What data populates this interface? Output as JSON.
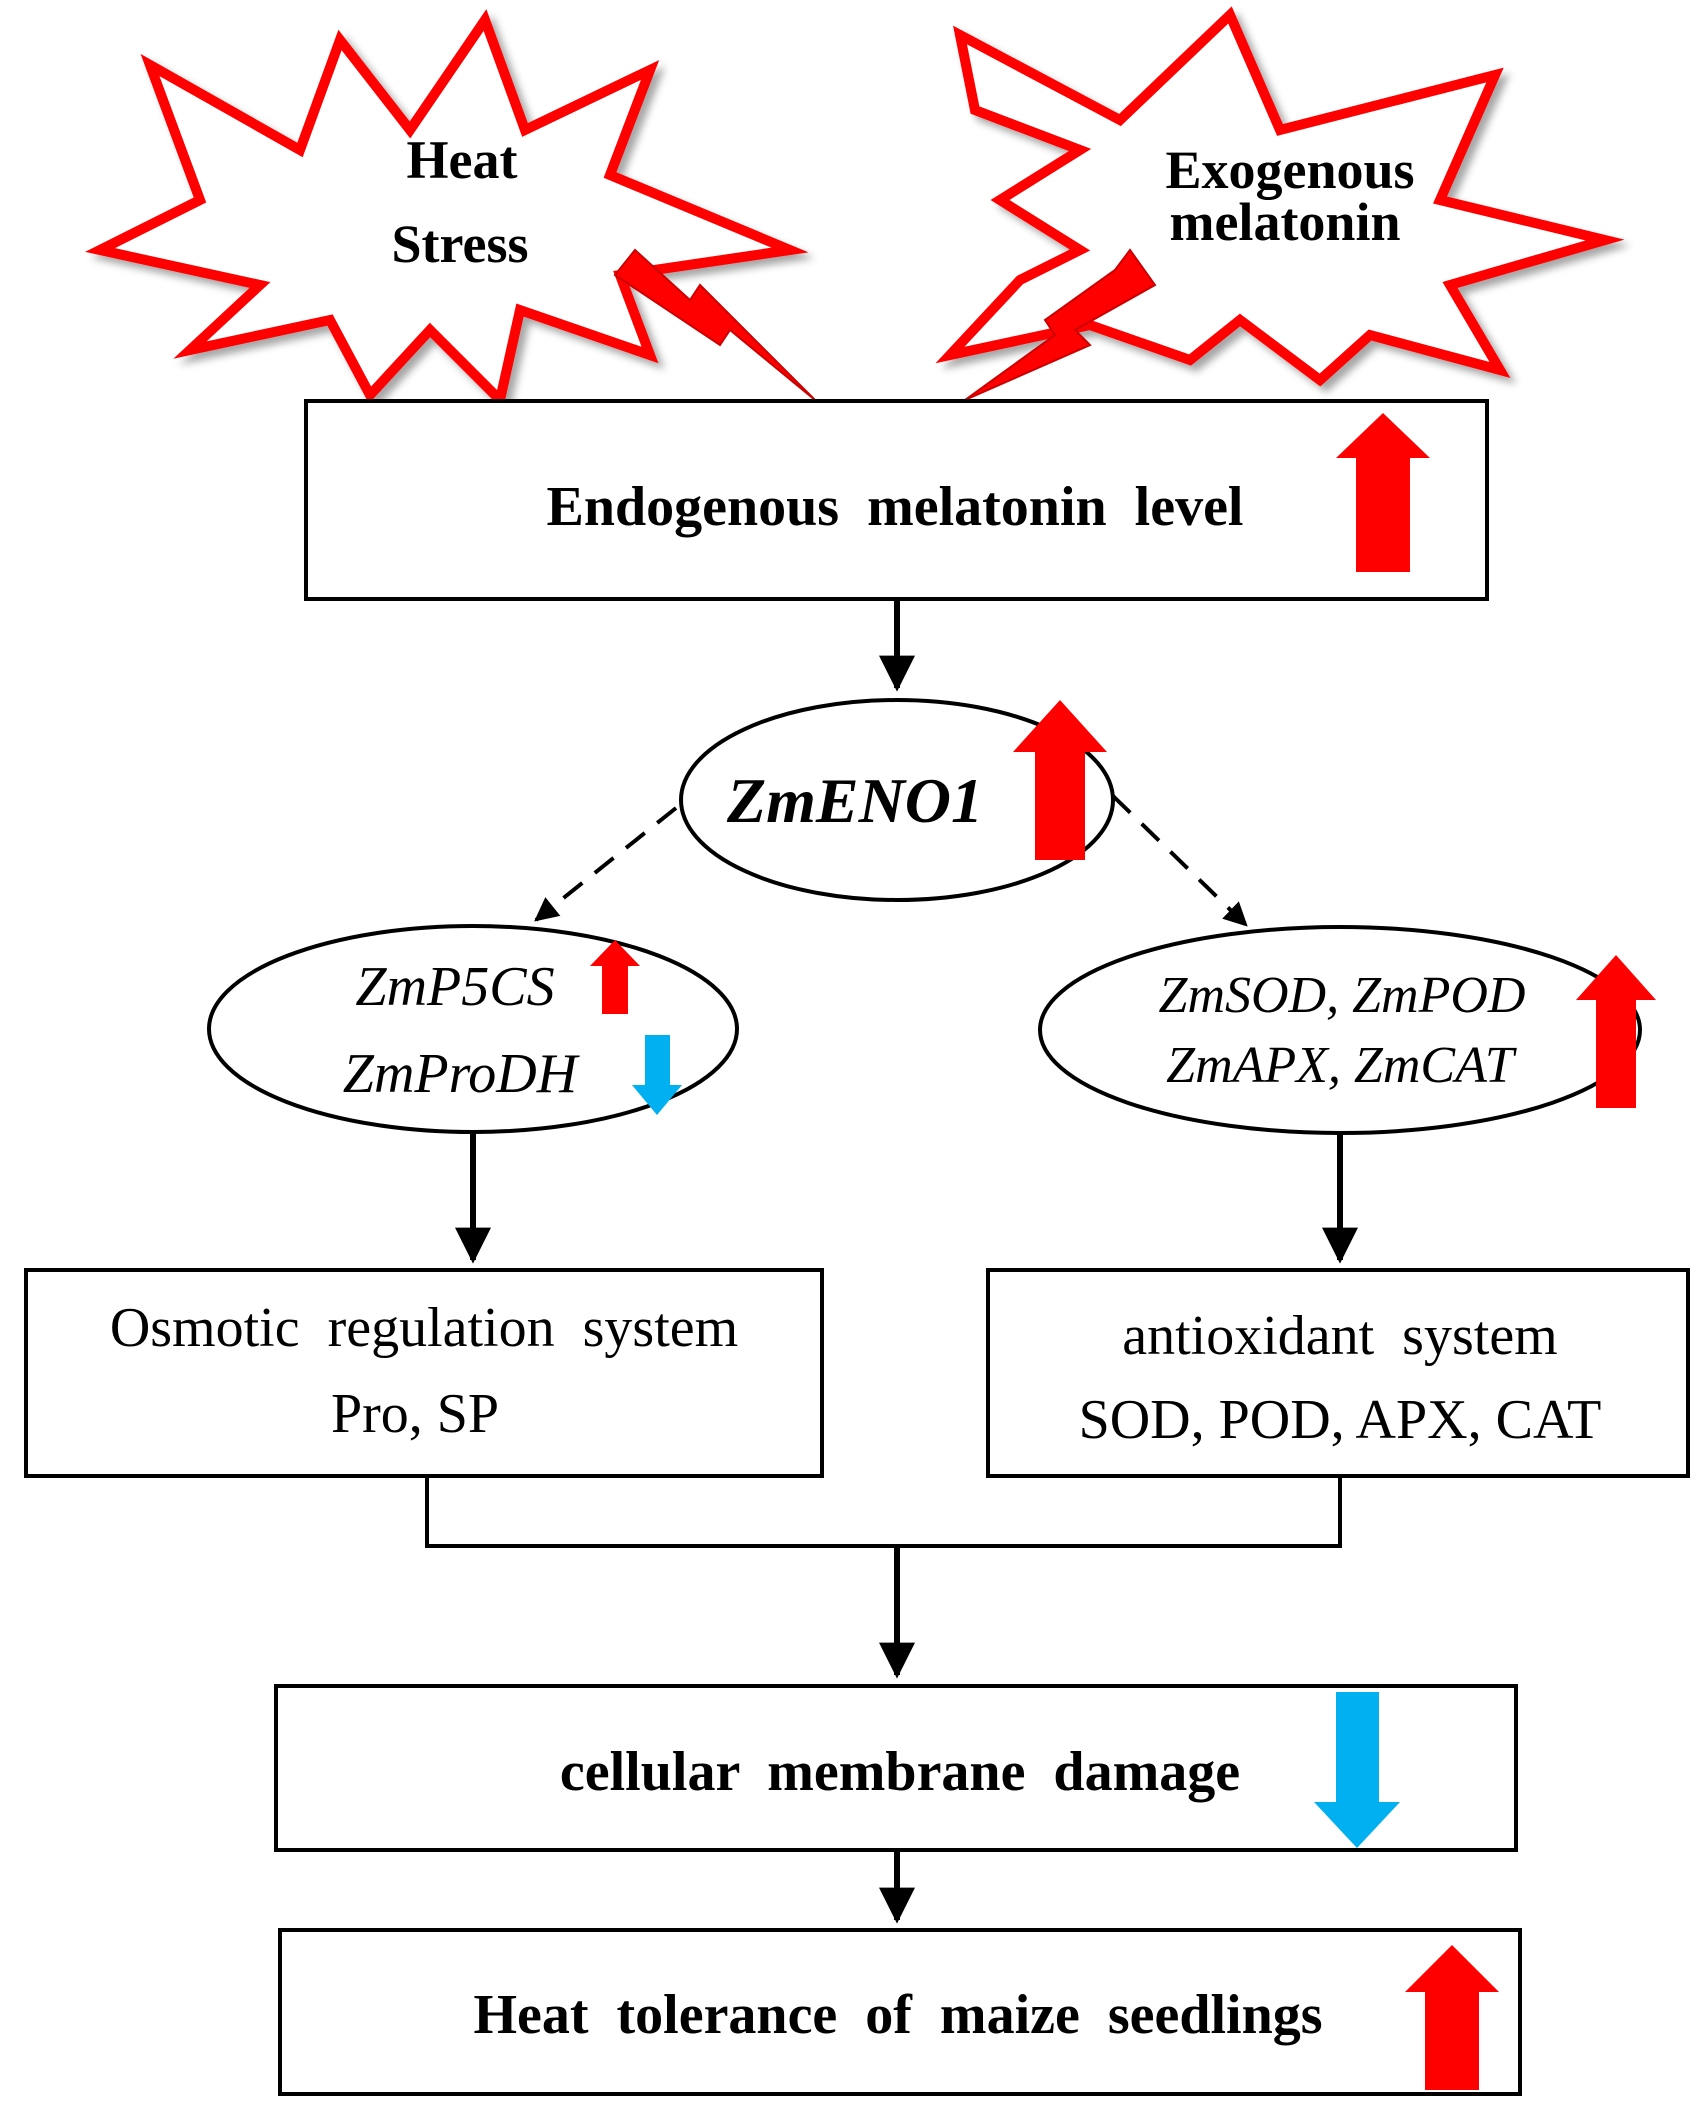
{
  "colors": {
    "up_arrow": "#ff0000",
    "down_arrow": "#00b0f0",
    "burst_stroke": "#ff0000",
    "line": "#000000"
  },
  "icons": {
    "up": "red-up-arrow",
    "down": "blue-down-arrow",
    "burst": "red-starburst",
    "bolt": "red-lightning-bolt"
  },
  "stimuli": {
    "heat": {
      "line1": "Heat",
      "line2": "Stress"
    },
    "melatonin": {
      "line1": "Exogenous",
      "line2": "melatonin"
    }
  },
  "endogenous": {
    "label": "Endogenous  melatonin  level",
    "trend": "up"
  },
  "eno1": {
    "label": "ZmENO1",
    "trend": "up"
  },
  "proline_genes": {
    "line1": "ZmP5CS",
    "line1_trend": "up",
    "line2": "ZmProDH",
    "line2_trend": "down"
  },
  "antioxidant_genes": {
    "line1": "ZmSOD, ZmPOD",
    "line2": "ZmAPX, ZmCAT",
    "trend": "up"
  },
  "osmotic": {
    "title": "Osmotic  regulation  system",
    "items": "Pro, SP"
  },
  "antioxidant": {
    "title": "antioxidant  system",
    "items": "SOD, POD, APX, CAT"
  },
  "membrane": {
    "label": "cellular  membrane  damage",
    "trend": "down"
  },
  "tolerance": {
    "label": "Heat  tolerance  of  maize  seedlings",
    "trend": "up"
  }
}
